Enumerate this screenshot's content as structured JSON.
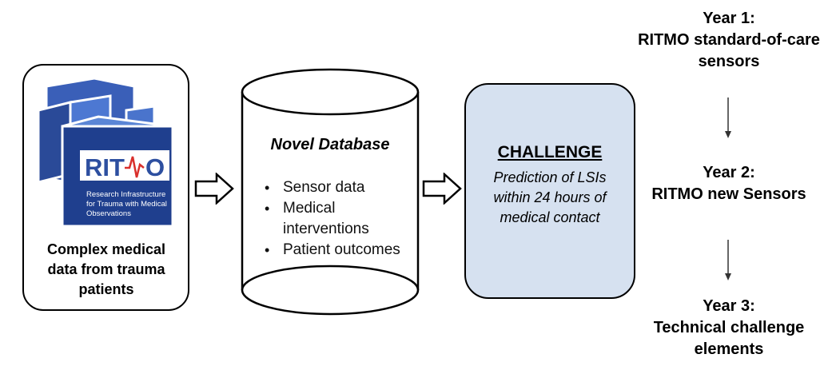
{
  "box1": {
    "logo_text_main": "RITMO",
    "logo_line1": "Research Infrastructure",
    "logo_line2": "for Trauma with Medical",
    "logo_line3": "Observations",
    "caption_line1": "Complex medical",
    "caption_line2": "data from trauma",
    "caption_line3": "patients"
  },
  "database": {
    "title": "Novel Database",
    "items": [
      "Sensor data",
      "Medical",
      "interventions",
      "Patient outcomes"
    ]
  },
  "challenge": {
    "title": "CHALLENGE",
    "line1": "Prediction of LSIs",
    "line2": "within 24 hours of",
    "line3": "medical contact"
  },
  "timeline": {
    "year1_label": "Year 1:",
    "year1_line1": "RITMO standard-of-care",
    "year1_line2": "sensors",
    "year2_label": "Year 2:",
    "year2_line1": "RITMO new Sensors",
    "year3_label": "Year 3:",
    "year3_line1": "Technical challenge",
    "year3_line2": "elements"
  },
  "colors": {
    "challenge_fill": "#d6e1f0",
    "logo_blue": "#2d4fa0",
    "logo_light": "#5b86d6"
  }
}
